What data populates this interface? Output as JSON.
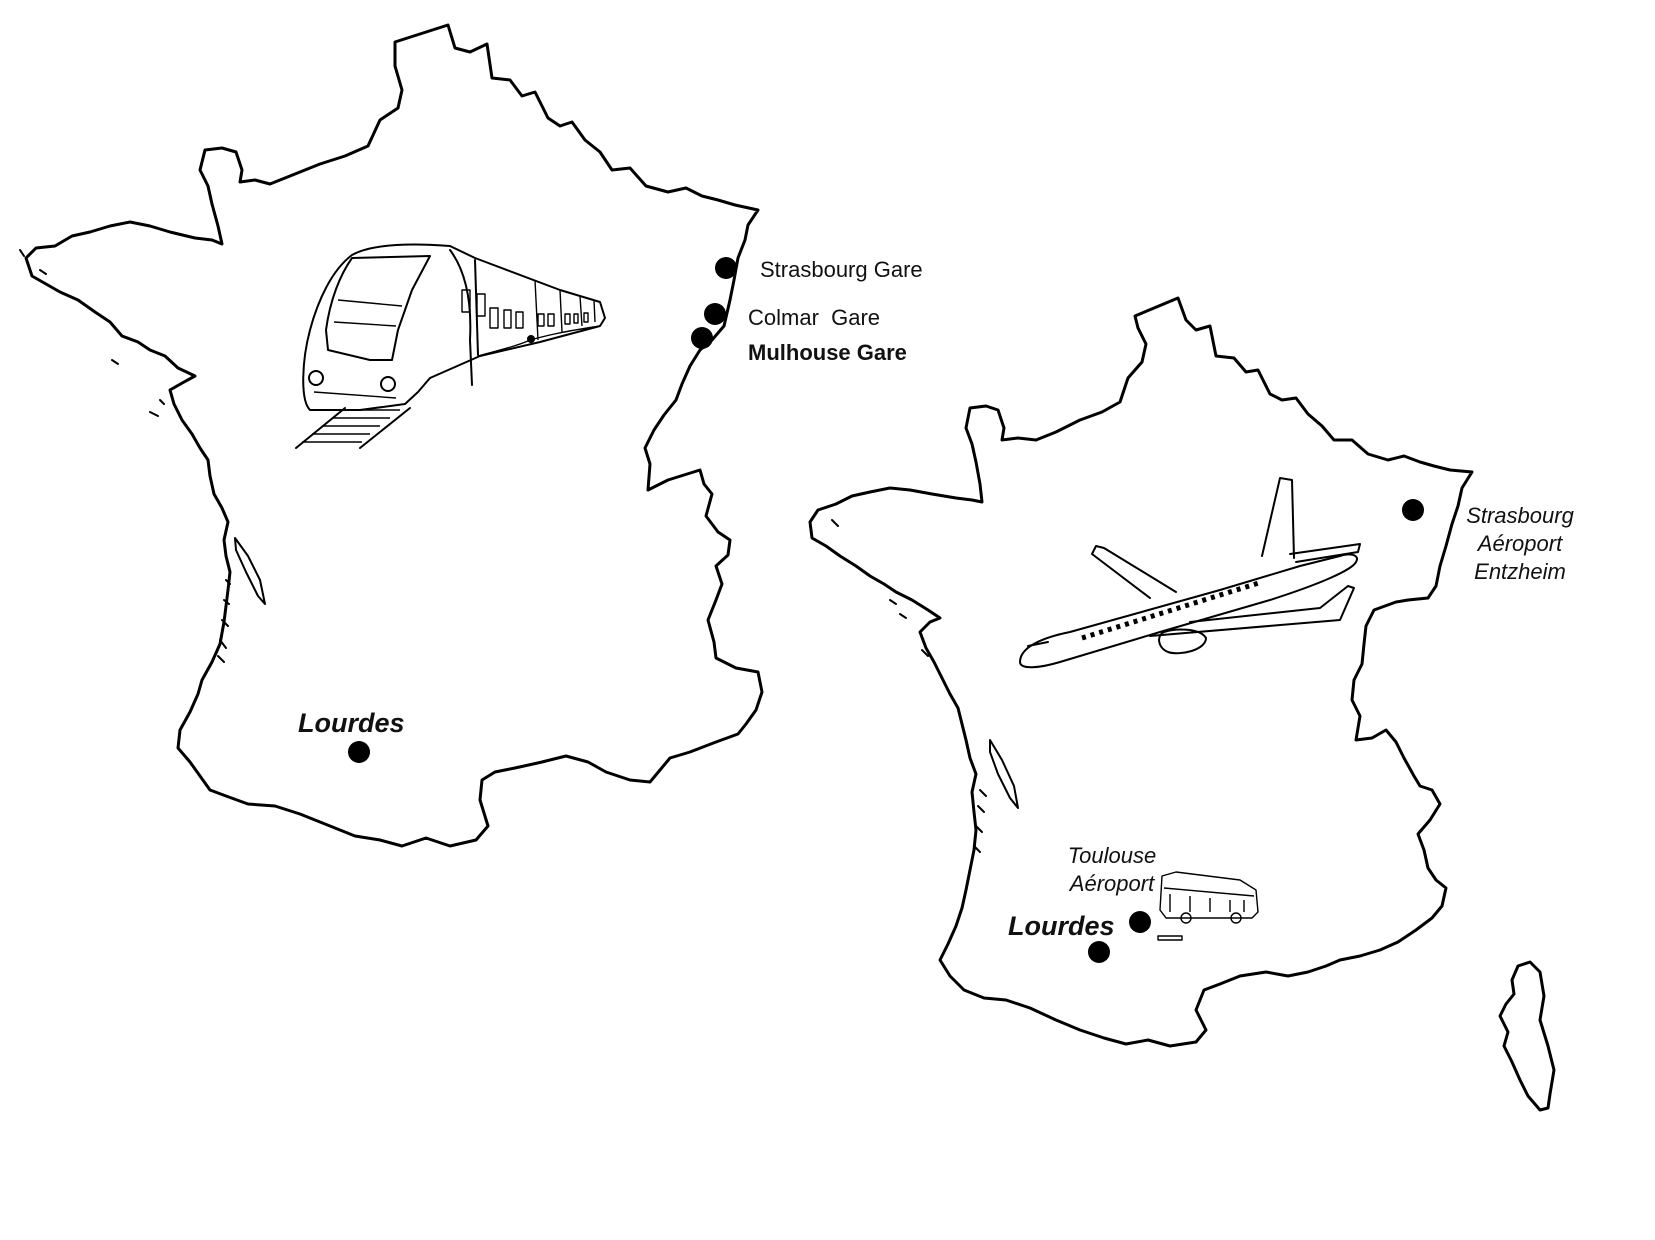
{
  "maps": [
    {
      "id": "rail",
      "transport_icon": "train-icon",
      "places": [
        {
          "key": "strasbourg",
          "label": "Strasbourg Gare",
          "style": "regular"
        },
        {
          "key": "colmar",
          "label": "Colmar  Gare",
          "style": "regular"
        },
        {
          "key": "mulhouse",
          "label": "Mulhouse Gare",
          "style": "bold"
        },
        {
          "key": "lourdes",
          "label": "Lourdes",
          "style": "bold-italic"
        }
      ]
    },
    {
      "id": "air",
      "transport_icons": [
        "airplane-icon",
        "bus-icon"
      ],
      "places": [
        {
          "key": "strasbourg_airport",
          "label_lines": [
            "Strasbourg",
            "Aéroport",
            "Entzheim"
          ],
          "style": "italic"
        },
        {
          "key": "toulouse_airport",
          "label_lines": [
            "Toulouse",
            "Aéroport"
          ],
          "style": "italic"
        },
        {
          "key": "lourdes",
          "label": "Lourdes",
          "style": "bold-italic"
        }
      ]
    }
  ],
  "colors": {
    "ink": "#000000",
    "background": "#ffffff"
  }
}
